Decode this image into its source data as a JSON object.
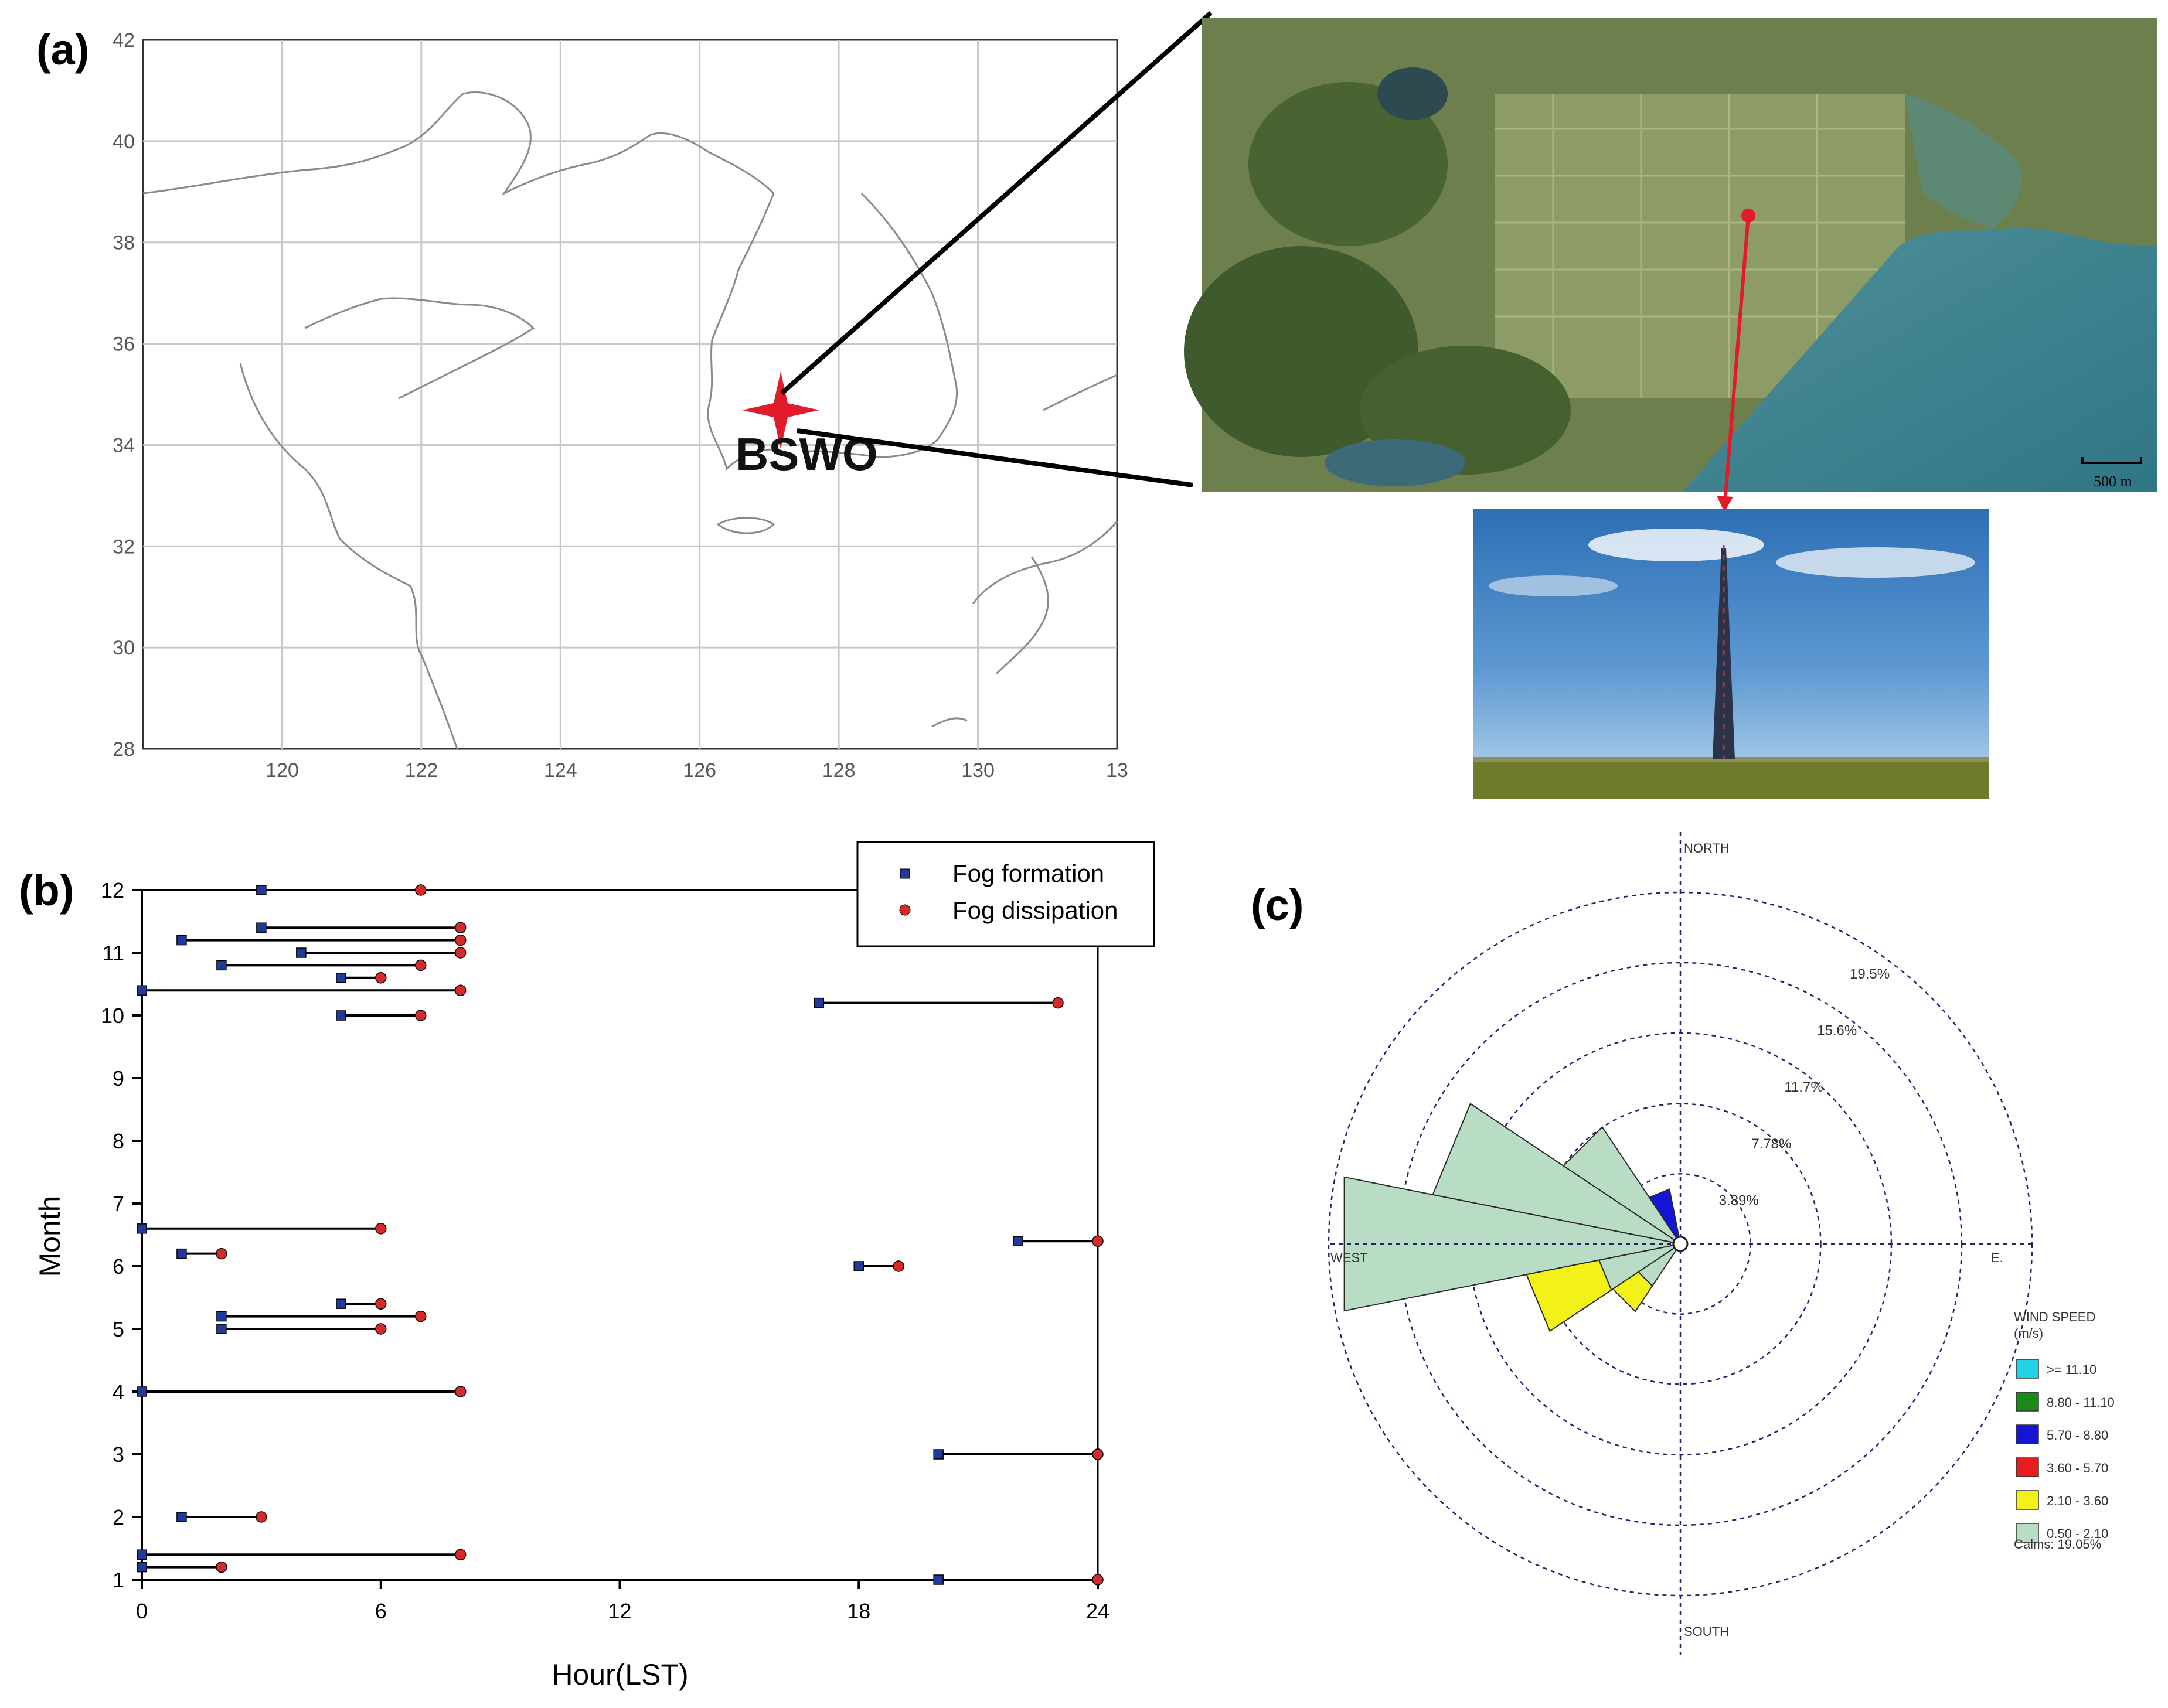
{
  "panel_labels": {
    "a": "(a)",
    "b": "(b)",
    "c": "(c)"
  },
  "map": {
    "station_label": "BSWO",
    "x_ticks": [
      "120",
      "122",
      "124",
      "126",
      "128",
      "130",
      "13"
    ],
    "y_ticks": [
      "28",
      "30",
      "32",
      "34",
      "36",
      "38",
      "40",
      "42"
    ],
    "scale_bar_label": "500 m"
  },
  "chart_data": [
    {
      "type": "scatter",
      "xlabel": "Hour(LST)",
      "ylabel": "Month",
      "xlim": [
        0,
        24
      ],
      "ylim": [
        1,
        12
      ],
      "x_ticks": [
        0,
        6,
        12,
        18,
        24
      ],
      "y_ticks": [
        1,
        2,
        3,
        4,
        5,
        6,
        7,
        8,
        9,
        10,
        11,
        12
      ],
      "legend": {
        "position": "top-right",
        "formation_label": "Fog formation",
        "dissipation_label": "Fog dissipation"
      },
      "colors": {
        "formation": "#1f3a9a",
        "dissipation": "#d42a2a",
        "line": "#000000"
      },
      "events": [
        {
          "month": 12.0,
          "start": 3,
          "end": 7
        },
        {
          "month": 11.4,
          "start": 3,
          "end": 8
        },
        {
          "month": 11.2,
          "start": 1,
          "end": 8
        },
        {
          "month": 11.0,
          "start": 4,
          "end": 8
        },
        {
          "month": 10.8,
          "start": 2,
          "end": 7
        },
        {
          "month": 10.6,
          "start": 5,
          "end": 6
        },
        {
          "month": 10.4,
          "start": 0,
          "end": 8
        },
        {
          "month": 10.2,
          "start": 17,
          "end": 23
        },
        {
          "month": 10.0,
          "start": 5,
          "end": 7
        },
        {
          "month": 6.6,
          "start": 0,
          "end": 6
        },
        {
          "month": 6.4,
          "start": 22,
          "end": 24
        },
        {
          "month": 6.2,
          "start": 1,
          "end": 2
        },
        {
          "month": 6.0,
          "start": 18,
          "end": 19
        },
        {
          "month": 5.4,
          "start": 5,
          "end": 6
        },
        {
          "month": 5.2,
          "start": 2,
          "end": 7
        },
        {
          "month": 5.0,
          "start": 2,
          "end": 6
        },
        {
          "month": 4.0,
          "start": 0,
          "end": 8
        },
        {
          "month": 3.0,
          "start": 20,
          "end": 24
        },
        {
          "month": 2.0,
          "start": 1,
          "end": 3
        },
        {
          "month": 1.4,
          "start": 0,
          "end": 8
        },
        {
          "month": 1.2,
          "start": 0,
          "end": 2
        },
        {
          "month": 1.0,
          "start": 20,
          "end": 24
        }
      ]
    },
    {
      "type": "wind-rose",
      "directions": {
        "north": "NORTH",
        "south": "SOUTH",
        "east": "E.",
        "west": "WEST"
      },
      "ring_labels": [
        "3.89%",
        "7.78%",
        "11.7%",
        "15.6%",
        "19.5%"
      ],
      "ring_values": [
        3.89,
        7.78,
        11.7,
        15.6,
        19.5
      ],
      "legend": {
        "title_line1": "WIND SPEED",
        "title_line2": "(m/s)",
        "bins": [
          {
            "label": ">= 11.10",
            "color": "#22d3e6"
          },
          {
            "label": "8.80 - 11.10",
            "color": "#1a8a1a"
          },
          {
            "label": "5.70 - 8.80",
            "color": "#1515d8"
          },
          {
            "label": "3.60 - 5.70",
            "color": "#e81c1c"
          },
          {
            "label": "2.10 - 3.60",
            "color": "#f2f21a"
          },
          {
            "label": "0.50 - 2.10",
            "color": "#b9dcc4"
          }
        ],
        "calms": "Calms: 19.05%"
      },
      "petals": [
        {
          "direction_deg": 337.5,
          "segments": [
            {
              "bin": "5.70 - 8.80",
              "value": 3.1
            }
          ]
        },
        {
          "direction_deg": 315.0,
          "segments": [
            {
              "bin": "0.50 - 2.10",
              "value": 7.8
            }
          ]
        },
        {
          "direction_deg": 292.5,
          "segments": [
            {
              "bin": "0.50 - 2.10",
              "value": 14.0
            }
          ]
        },
        {
          "direction_deg": 270.0,
          "segments": [
            {
              "bin": "0.50 - 2.10",
              "value": 19.0
            }
          ]
        },
        {
          "direction_deg": 247.5,
          "segments": [
            {
              "bin": "0.50 - 2.10",
              "value": 4.6
            },
            {
              "bin": "2.10 - 3.60",
              "value": 4.1
            }
          ]
        },
        {
          "direction_deg": 225.0,
          "segments": [
            {
              "bin": "0.50 - 2.10",
              "value": 2.8
            },
            {
              "bin": "2.10 - 3.60",
              "value": 1.7
            }
          ]
        }
      ]
    }
  ]
}
